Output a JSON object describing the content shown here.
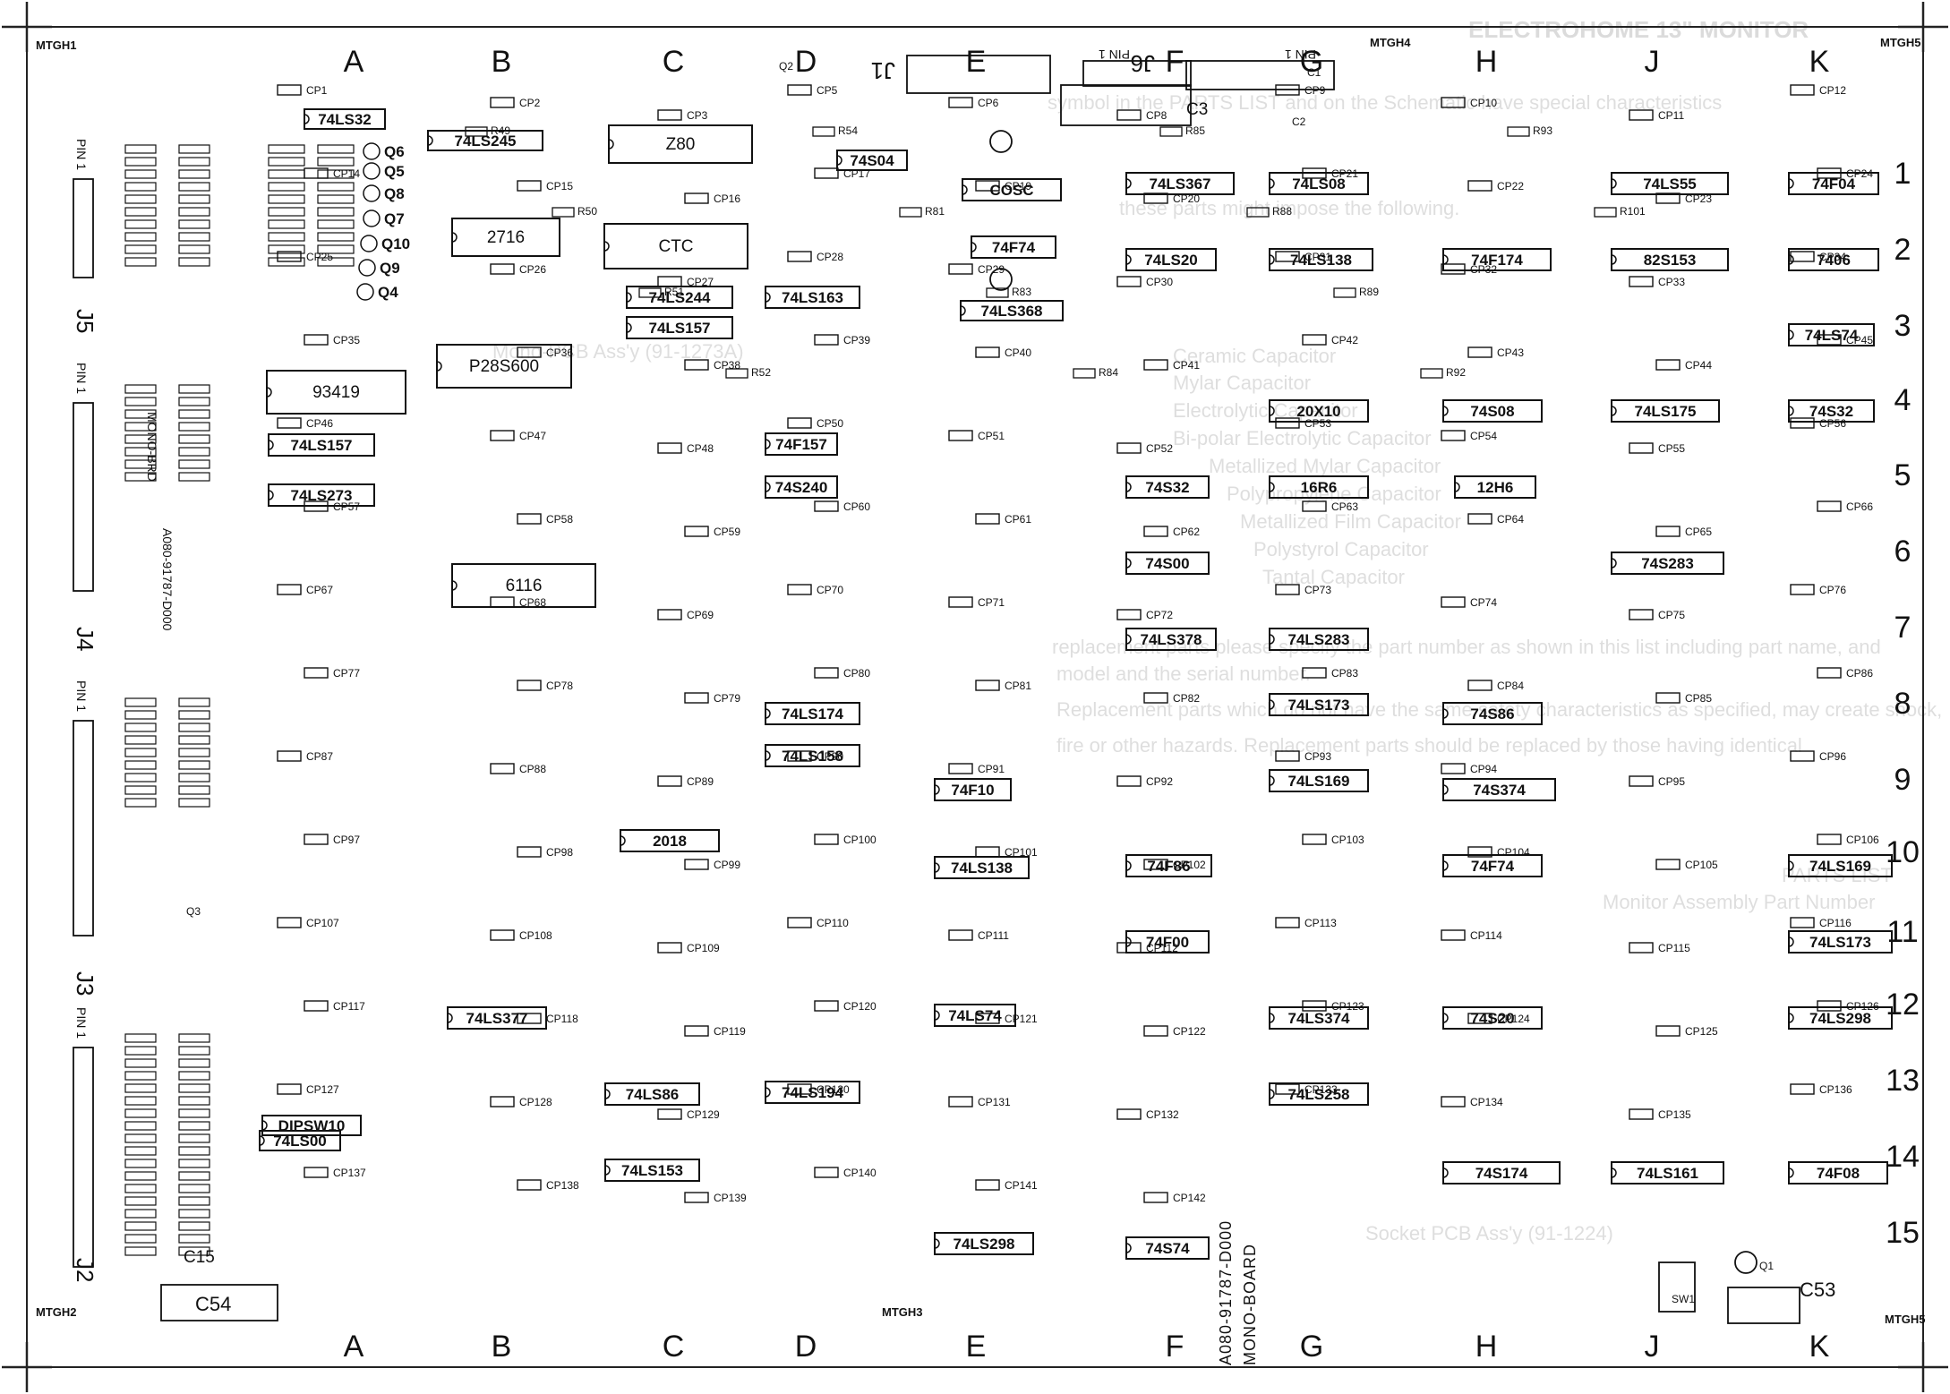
{
  "board": {
    "part_number_vertical": "A080-91787-D000",
    "board_name": "MONO-BOARD",
    "part_number_left": "A080-91787-D000",
    "board_name_left": "MONO-BRD"
  },
  "columns": [
    "A",
    "B",
    "C",
    "D",
    "E",
    "F",
    "G",
    "H",
    "J",
    "K"
  ],
  "rows": [
    "1",
    "2",
    "3",
    "4",
    "5",
    "6",
    "7",
    "8",
    "9",
    "10",
    "11",
    "12",
    "13",
    "14",
    "15"
  ],
  "mounting_holes": [
    "MTGH1",
    "MTGH2",
    "MTGH3",
    "MTGH4",
    "MTGH5"
  ],
  "connectors": [
    "J1",
    "J2",
    "J3",
    "J4",
    "J5",
    "J6"
  ],
  "pin1_label": "PIN 1",
  "chips": [
    {
      "label": "74LS32",
      "shape": "dip"
    },
    {
      "label": "74LS245",
      "shape": "dip"
    },
    {
      "label": "Z80",
      "shape": "large"
    },
    {
      "label": "2716",
      "shape": "large"
    },
    {
      "label": "CTC",
      "shape": "large"
    },
    {
      "label": "74S04",
      "shape": "dip"
    },
    {
      "label": "COSC",
      "shape": "dip"
    },
    {
      "label": "74F74",
      "shape": "dip"
    },
    {
      "label": "74LS368",
      "shape": "dip"
    },
    {
      "label": "74LS244",
      "shape": "dip"
    },
    {
      "label": "74LS157",
      "shape": "dip"
    },
    {
      "label": "74LS163",
      "shape": "dip"
    },
    {
      "label": "P28S600",
      "shape": "large"
    },
    {
      "label": "93419",
      "shape": "large"
    },
    {
      "label": "74LS157",
      "shape": "dip"
    },
    {
      "label": "74LS273",
      "shape": "dip"
    },
    {
      "label": "6116",
      "shape": "large"
    },
    {
      "label": "74F157",
      "shape": "dip"
    },
    {
      "label": "74S240",
      "shape": "dip"
    },
    {
      "label": "74LS174",
      "shape": "dip"
    },
    {
      "label": "74LS158",
      "shape": "dip"
    },
    {
      "label": "2018",
      "shape": "dip"
    },
    {
      "label": "74LS377",
      "shape": "dip"
    },
    {
      "label": "DIPSW10",
      "shape": "dip"
    },
    {
      "label": "74LS00",
      "shape": "dip"
    },
    {
      "label": "74LS86",
      "shape": "dip"
    },
    {
      "label": "74LS153",
      "shape": "dip"
    },
    {
      "label": "74LS194",
      "shape": "dip"
    },
    {
      "label": "74LS138",
      "shape": "dip"
    },
    {
      "label": "74F10",
      "shape": "dip"
    },
    {
      "label": "74LS74",
      "shape": "dip"
    },
    {
      "label": "74LS298",
      "shape": "dip"
    },
    {
      "label": "74LS367",
      "shape": "dip"
    },
    {
      "label": "74LS20",
      "shape": "dip"
    },
    {
      "label": "74S32",
      "shape": "dip"
    },
    {
      "label": "74S00",
      "shape": "dip"
    },
    {
      "label": "74LS378",
      "shape": "dip"
    },
    {
      "label": "74F86",
      "shape": "dip"
    },
    {
      "label": "74F00",
      "shape": "dip"
    },
    {
      "label": "74S74",
      "shape": "dip"
    },
    {
      "label": "74LS08",
      "shape": "dip"
    },
    {
      "label": "74LS138",
      "shape": "dip"
    },
    {
      "label": "20X10",
      "shape": "dip"
    },
    {
      "label": "16R6",
      "shape": "dip"
    },
    {
      "label": "74LS283",
      "shape": "dip"
    },
    {
      "label": "74LS173",
      "shape": "dip"
    },
    {
      "label": "74LS169",
      "shape": "dip"
    },
    {
      "label": "74LS374",
      "shape": "dip"
    },
    {
      "label": "74LS258",
      "shape": "dip"
    },
    {
      "label": "74F174",
      "shape": "dip"
    },
    {
      "label": "12H6",
      "shape": "dip"
    },
    {
      "label": "74S08",
      "shape": "dip"
    },
    {
      "label": "74LS55",
      "shape": "dip"
    },
    {
      "label": "82S153",
      "shape": "dip"
    },
    {
      "label": "74LS175",
      "shape": "dip"
    },
    {
      "label": "74S283",
      "shape": "dip"
    },
    {
      "label": "74S86",
      "shape": "dip"
    },
    {
      "label": "74S374",
      "shape": "dip"
    },
    {
      "label": "74F74",
      "shape": "dip"
    },
    {
      "label": "74S20",
      "shape": "dip"
    },
    {
      "label": "74S174",
      "shape": "dip"
    },
    {
      "label": "74LS161",
      "shape": "dip"
    },
    {
      "label": "74F04",
      "shape": "dip"
    },
    {
      "label": "7406",
      "shape": "dip"
    },
    {
      "label": "74LS74",
      "shape": "dip"
    },
    {
      "label": "74S32",
      "shape": "dip"
    },
    {
      "label": "74LS169",
      "shape": "dip"
    },
    {
      "label": "74LS173",
      "shape": "dip"
    },
    {
      "label": "74LS298",
      "shape": "dip"
    },
    {
      "label": "74F08",
      "shape": "dip"
    }
  ],
  "components": [
    "Q1",
    "Q2",
    "Q3",
    "Q4",
    "Q5",
    "Q6",
    "Q7",
    "Q8",
    "Q9",
    "Q10",
    "C1",
    "C2",
    "C3",
    "C15",
    "C53",
    "C54",
    "SW1",
    "R49",
    "R50",
    "R51",
    "R52",
    "R54",
    "R81",
    "R83",
    "R84",
    "R85",
    "R88",
    "R89",
    "R92",
    "R93",
    "R101",
    "CP1",
    "CP2",
    "CP3",
    "CP5",
    "CP6",
    "CP8",
    "CP9",
    "CP10",
    "CP11",
    "CP12",
    "CP14",
    "CP15",
    "CP16",
    "CP17",
    "CP19",
    "CP20",
    "CP21",
    "CP22",
    "CP23",
    "CP24",
    "CP25",
    "CP26",
    "CP27",
    "CP28",
    "CP29",
    "CP30",
    "CP31",
    "CP32",
    "CP33",
    "CP34",
    "CP35",
    "CP36",
    "CP38",
    "CP39",
    "CP40",
    "CP41",
    "CP42",
    "CP43",
    "CP44",
    "CP45",
    "CP46",
    "CP47",
    "CP48",
    "CP50",
    "CP51",
    "CP52",
    "CP53",
    "CP54",
    "CP55",
    "CP56",
    "CP57",
    "CP58",
    "CP59",
    "CP60",
    "CP61",
    "CP62",
    "CP63",
    "CP64",
    "CP65",
    "CP66",
    "CP67",
    "CP68",
    "CP69",
    "CP70",
    "CP71",
    "CP72",
    "CP73",
    "CP74",
    "CP75",
    "CP76",
    "CP77",
    "CP78",
    "CP79",
    "CP80",
    "CP81",
    "CP82",
    "CP83",
    "CP84",
    "CP85",
    "CP86",
    "CP87",
    "CP88",
    "CP89",
    "CP90",
    "CP91",
    "CP92",
    "CP93",
    "CP94",
    "CP95",
    "CP96",
    "CP97",
    "CP98",
    "CP99",
    "CP100",
    "CP101",
    "CP102",
    "CP103",
    "CP104",
    "CP105",
    "CP106",
    "CP107",
    "CP108",
    "CP109",
    "CP110",
    "CP111",
    "CP112",
    "CP113",
    "CP114",
    "CP115",
    "CP116",
    "CP117",
    "CP118",
    "CP119",
    "CP120",
    "CP121",
    "CP122",
    "CP123",
    "CP124",
    "CP125",
    "CP126",
    "CP127",
    "CP128",
    "CP129",
    "CP130",
    "CP131",
    "CP132",
    "CP133",
    "CP134",
    "CP135",
    "CP136",
    "CP137",
    "CP138",
    "CP139",
    "CP140",
    "CP141",
    "CP142"
  ],
  "bleed_through_text": {
    "title": "ELECTROHOME 13\" MONITOR",
    "lines": [
      "symbol in the PARTS LIST and on the Schematic have special characteristics",
      "these parts might impose the following.",
      "Ceramic Capacitor",
      "Mylar Capacitor",
      "Electrolytic Capacitor",
      "Bi-polar Electrolytic Capacitor",
      "Metallized Mylar Capacitor",
      "Polypropylene Capacitor",
      "Metallized Film Capacitor",
      "Polystyrol Capacitor",
      "Tantal Capacitor",
      "replacement parts please specify the part number as shown in this list including part name, and",
      "model and the serial number.",
      "Replacement parts which do not have the same safety characteristics as specified, may create shock,",
      "fire or other hazards. Replacement parts should be replaced by those having identical",
      "PARTS LIST",
      "Monitor Assembly Part Number",
      "Socket PCB Ass'y (91-1224)",
      "Mono-PCB Ass'y (91-1273A)"
    ]
  }
}
